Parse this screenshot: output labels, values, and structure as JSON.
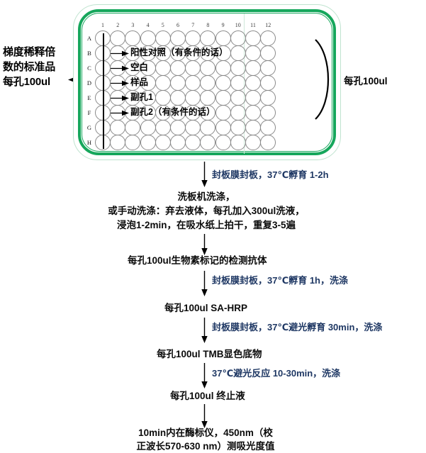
{
  "plate": {
    "column_headers": [
      "1",
      "2",
      "3",
      "4",
      "5",
      "6",
      "7",
      "8",
      "9",
      "10",
      "11",
      "12"
    ],
    "row_headers": [
      "A",
      "B",
      "C",
      "D",
      "E",
      "F",
      "G",
      "H"
    ],
    "well_notes": [
      {
        "row": "B",
        "label": "阳性对照（有条件的话）"
      },
      {
        "row": "C",
        "label": "空白"
      },
      {
        "row": "D",
        "label": "样品"
      },
      {
        "row": "E",
        "label": "副孔1"
      },
      {
        "row": "F",
        "label": "副孔2（有条件的话）"
      }
    ],
    "brace_label": "每孔100ul",
    "left_label": "梯度稀释倍数的标准品每孔100ul",
    "left_label_lines": [
      "梯度稀释倍",
      "数的标准品",
      "每孔100ul"
    ]
  },
  "flow": {
    "step1_blue": "封板膜封板，37℃孵育 1-2h",
    "step2_black_lines": [
      "洗板机洗涤，",
      "或手动洗涤：弃去液体，每孔加入300ul洗液，",
      "浸泡1-2min，在吸水纸上拍干，重复3-5遍"
    ],
    "step3_black": "每孔100ul生物素标记的检测抗体",
    "step4_blue": "封板膜封板，37℃孵育 1h，洗涤",
    "step5_black": "每孔100ul SA-HRP",
    "step6_blue": "封板膜封板，37℃避光孵育 30min，洗涤",
    "step7_black": "每孔100ul TMB显色底物",
    "step8_blue": "37℃避光反应 10-30min，洗涤",
    "step9_black": "每孔100ul 终止液",
    "step10_black_lines": [
      "10min内在酶标仪，450nm（校",
      "正波长570-630 nm）测吸光度值"
    ]
  },
  "colors": {
    "plate_green": "#16a75c",
    "plate_green_faint": "#bfe3cf",
    "blue_text": "#1f3864",
    "black_text": "#0b0b0b",
    "well_stroke": "#8a8a8a"
  }
}
